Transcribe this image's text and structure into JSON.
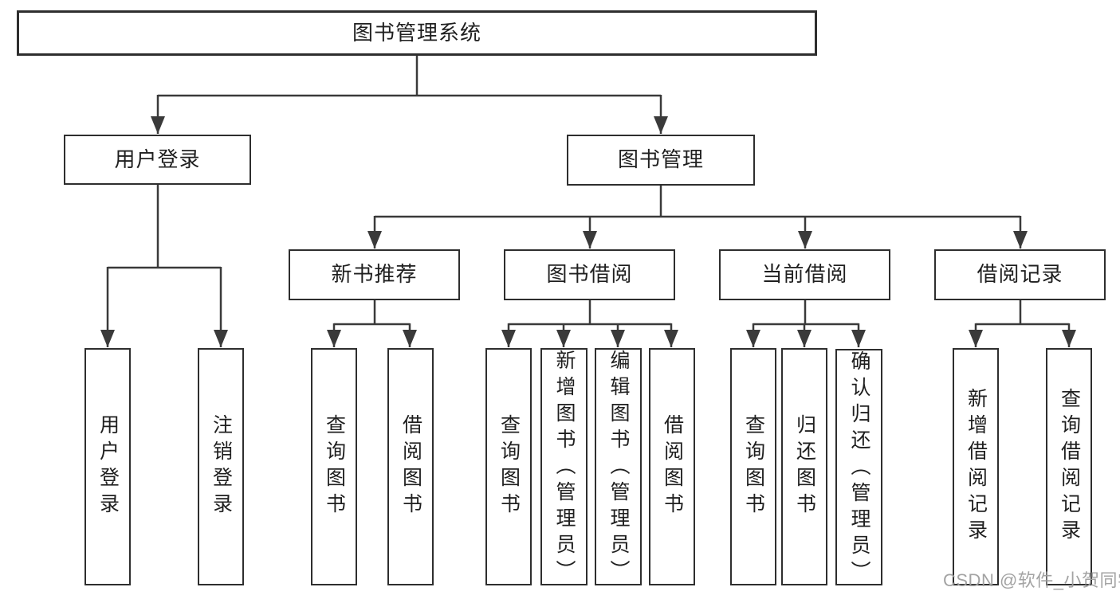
{
  "tree": {
    "label": "图书管理系统",
    "children": [
      {
        "label": "用户登录",
        "children": [
          {
            "label": "用户登录"
          },
          {
            "label": "注销登录"
          }
        ]
      },
      {
        "label": "图书管理",
        "children": [
          {
            "label": "新书推荐",
            "children": [
              {
                "label": "查询图书"
              },
              {
                "label": "借阅图书"
              }
            ]
          },
          {
            "label": "图书借阅",
            "children": [
              {
                "label": "查询图书"
              },
              {
                "label": "新增图书（管理员）"
              },
              {
                "label": "编辑图书（管理员）"
              },
              {
                "label": "借阅图书"
              }
            ]
          },
          {
            "label": "当前借阅",
            "children": [
              {
                "label": "查询图书"
              },
              {
                "label": "归还图书"
              },
              {
                "label": "确认归还（管理员）"
              }
            ]
          },
          {
            "label": "借阅记录",
            "children": [
              {
                "label": "新增借阅记录"
              },
              {
                "label": "查询借阅记录"
              }
            ]
          }
        ]
      }
    ]
  },
  "watermark": "CSDN @软件_小贺同学",
  "colors": {
    "line": "#3a3a3a",
    "box_border": "#2e2e2e",
    "box_fill": "#ffffff",
    "text": "#1f1f1f",
    "watermark": "#9e9e9e",
    "background": "#ffffff"
  }
}
